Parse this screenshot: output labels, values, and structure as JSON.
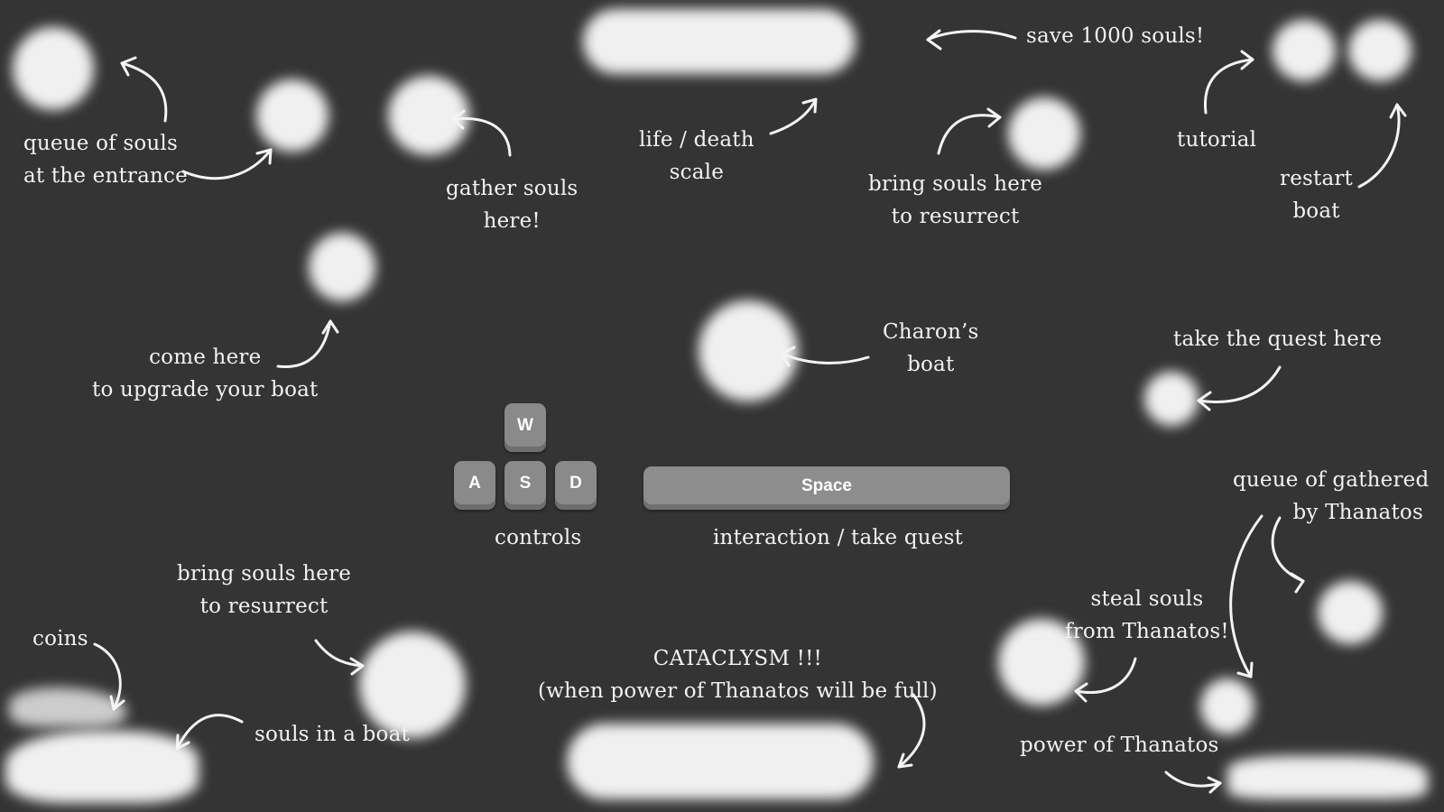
{
  "annotations": {
    "queue_entrance": [
      "queue of souls",
      "at the entrance"
    ],
    "gather_souls": [
      "gather souls",
      "here!"
    ],
    "life_death": [
      "life / death",
      "scale"
    ],
    "save_souls": "save 1000 souls!",
    "bring_souls_top": [
      "bring souls here",
      "to resurrect"
    ],
    "tutorial": "tutorial",
    "restart_boat": [
      "restart",
      "boat"
    ],
    "upgrade_boat": [
      "come here",
      "to upgrade your boat"
    ],
    "charons_boat": [
      "Charon’s",
      "boat"
    ],
    "take_quest": "take the quest here",
    "controls": "controls",
    "interaction": "interaction / take quest",
    "queue_thanatos": [
      "queue of gathered",
      "by Thanatos"
    ],
    "bring_souls_bottom": [
      "bring souls here",
      "to resurrect"
    ],
    "coins": "coins",
    "souls_in_boat": "souls in a boat",
    "cataclysm": [
      "CATACLYSM !!!",
      "(when power of Thanatos will be full)"
    ],
    "steal_souls": [
      "steal souls",
      "from Thanatos!"
    ],
    "power_thanatos": "power of Thanatos"
  },
  "keys": {
    "w": "W",
    "a": "A",
    "s": "S",
    "d": "D",
    "space": "Space"
  },
  "colors": {
    "background": "#343434",
    "glow": "#ffffff",
    "key": "#8a8a8a",
    "text": "#f4f4f4"
  }
}
